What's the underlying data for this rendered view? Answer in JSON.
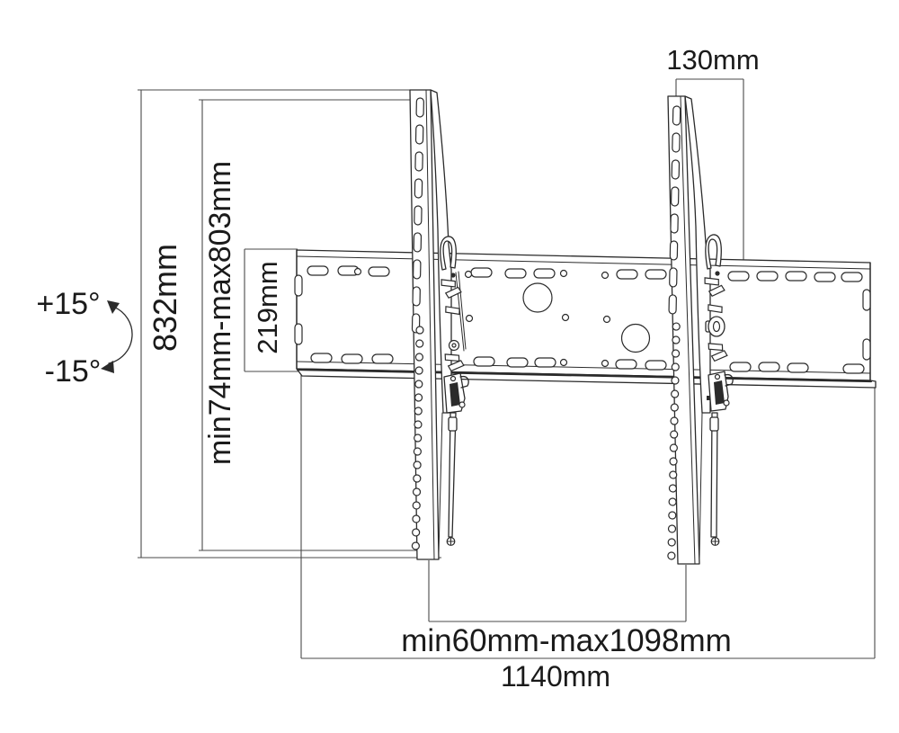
{
  "diagram": {
    "background": "#ffffff",
    "line_color": "#2b2b2b",
    "dimension_line_color": "#4a4a4a",
    "text_color": "#1a1a1a"
  },
  "dimensions": {
    "bracket_top_width": {
      "label": "130mm",
      "value_mm": 130
    },
    "bracket_height": {
      "label": "832mm",
      "value_mm": 832
    },
    "vertical_adjustment_range": {
      "label": "min74mm-max803mm",
      "min_mm": 74,
      "max_mm": 803
    },
    "wall_plate_height": {
      "label": "219mm",
      "value_mm": 219
    },
    "bracket_spacing_range": {
      "label": "min60mm-max1098mm",
      "min_mm": 60,
      "max_mm": 1098
    },
    "wall_plate_width": {
      "label": "1140mm",
      "value_mm": 1140
    }
  },
  "tilt_range": {
    "up": {
      "label": "+15°",
      "value_deg": 15
    },
    "down": {
      "label": "-15°",
      "value_deg": -15
    }
  }
}
